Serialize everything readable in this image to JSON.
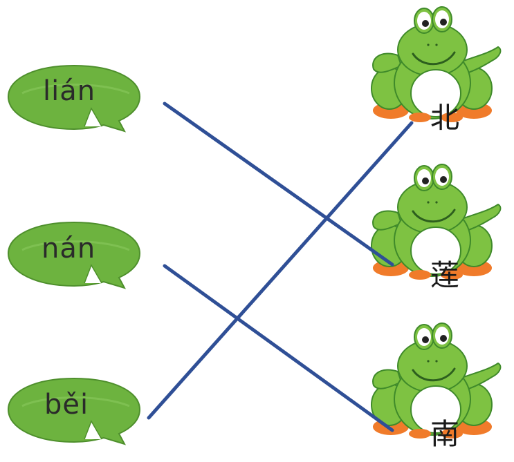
{
  "pinyin_pads": [
    {
      "text": "lián"
    },
    {
      "text": "nán"
    },
    {
      "text": "běi"
    }
  ],
  "frogs": [
    {
      "char": "北"
    },
    {
      "char": "莲"
    },
    {
      "char": "南"
    }
  ],
  "colors": {
    "line": "#2f4f96",
    "pad_green": "#6db33f",
    "frog_green": "#7ec242",
    "frog_dark": "#3f8a2a",
    "feet": "#f07b2a"
  }
}
